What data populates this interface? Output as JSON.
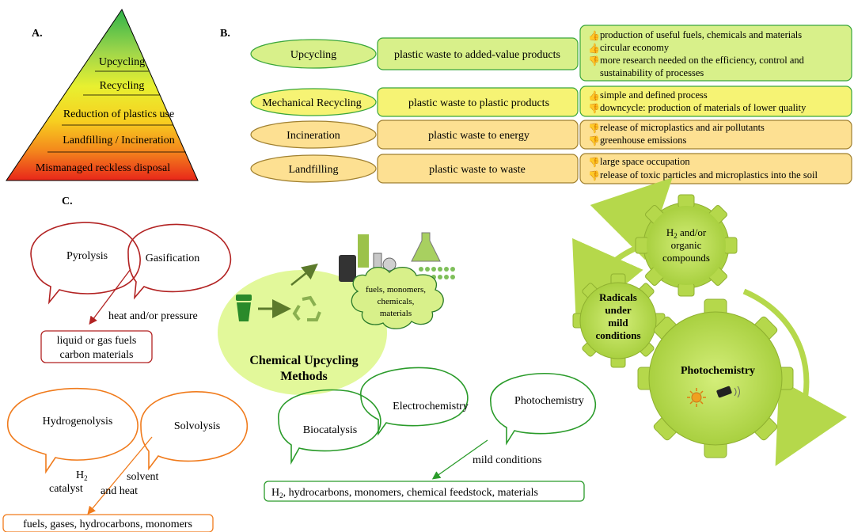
{
  "panel_a": {
    "label": "A.",
    "levels": [
      "Upcycling",
      "Recycling",
      "Reduction of plastics use",
      "Landfilling / Incineration",
      "Mismanaged reckless disposal"
    ]
  },
  "panel_b": {
    "label": "B.",
    "rows": [
      {
        "method": "Upcycling",
        "description": "plastic waste to added-value products",
        "notes": [
          {
            "type": "thumbs-up",
            "text": "production of useful fuels, chemicals and materials"
          },
          {
            "type": "thumbs-up",
            "text": "circular economy"
          },
          {
            "type": "thumbs-down",
            "text": "more research needed on the efficiency, control and"
          },
          {
            "type": "continuation",
            "text": "sustainability of processes"
          }
        ]
      },
      {
        "method": "Mechanical Recycling",
        "description": "plastic waste to plastic products",
        "notes": [
          {
            "type": "thumbs-up",
            "text": "simple and defined process"
          },
          {
            "type": "thumbs-down",
            "text": "downcycle: production of materials of lower quality"
          }
        ]
      },
      {
        "method": "Incineration",
        "description": "plastic waste to energy",
        "notes": [
          {
            "type": "thumbs-down",
            "text": "release of microplastics and air pollutants"
          },
          {
            "type": "thumbs-down",
            "text": "greenhouse emissions"
          }
        ]
      },
      {
        "method": "Landfilling",
        "description": "plastic waste to waste",
        "notes": [
          {
            "type": "thumbs-down",
            "text": "large space occupation"
          },
          {
            "type": "thumbs-down",
            "text": "release of toxic particles and microplastics into the soil"
          }
        ]
      }
    ]
  },
  "panel_c": {
    "label": "C.",
    "thermal": {
      "bubble_1": "Pyrolysis",
      "bubble_2": "Gasification",
      "condition": "heat and/or pressure",
      "products": [
        "liquid or gas fuels",
        "carbon materials"
      ]
    },
    "catalytic": {
      "bubble_1": "Hydrogenolysis",
      "bubble_2": "Solvolysis",
      "condition_left_sym": "H",
      "condition_left_sub": "2",
      "condition_left_2": "catalyst",
      "condition_right_1": "solvent",
      "condition_right_2": "and heat",
      "products": "fuels, gases, hydrocarbons, monomers"
    },
    "center": {
      "title_1": "Chemical Upcycling",
      "title_2": "Methods",
      "cloud": [
        "fuels, monomers,",
        "chemicals,",
        "materials"
      ]
    },
    "mild": {
      "bubble_1": "Biocatalysis",
      "bubble_2": "Electrochemistry",
      "bubble_3": "Photochemistry",
      "condition": "mild conditions",
      "products_sym": "H",
      "products_sub": "2",
      "products_rest": ", hydrocarbons, monomers, chemical feedstock, materials"
    },
    "gears": {
      "top_1_sym": "H",
      "top_1_sub": "2",
      "top_1_rest": " and/or",
      "top_2": "organic",
      "top_3": "compounds",
      "mid_1": "Radicals",
      "mid_2": "under",
      "mid_3": "mild",
      "mid_4": "conditions",
      "main": "Photochemistry"
    }
  },
  "colors": {
    "green_dark": "#3aa63a",
    "green_light": "#d8f08a",
    "orange_light": "#fde092",
    "red": "#b22222",
    "orange": "#f07b1c",
    "green_line": "#2a9b2a",
    "gear": "#b5d84b"
  }
}
